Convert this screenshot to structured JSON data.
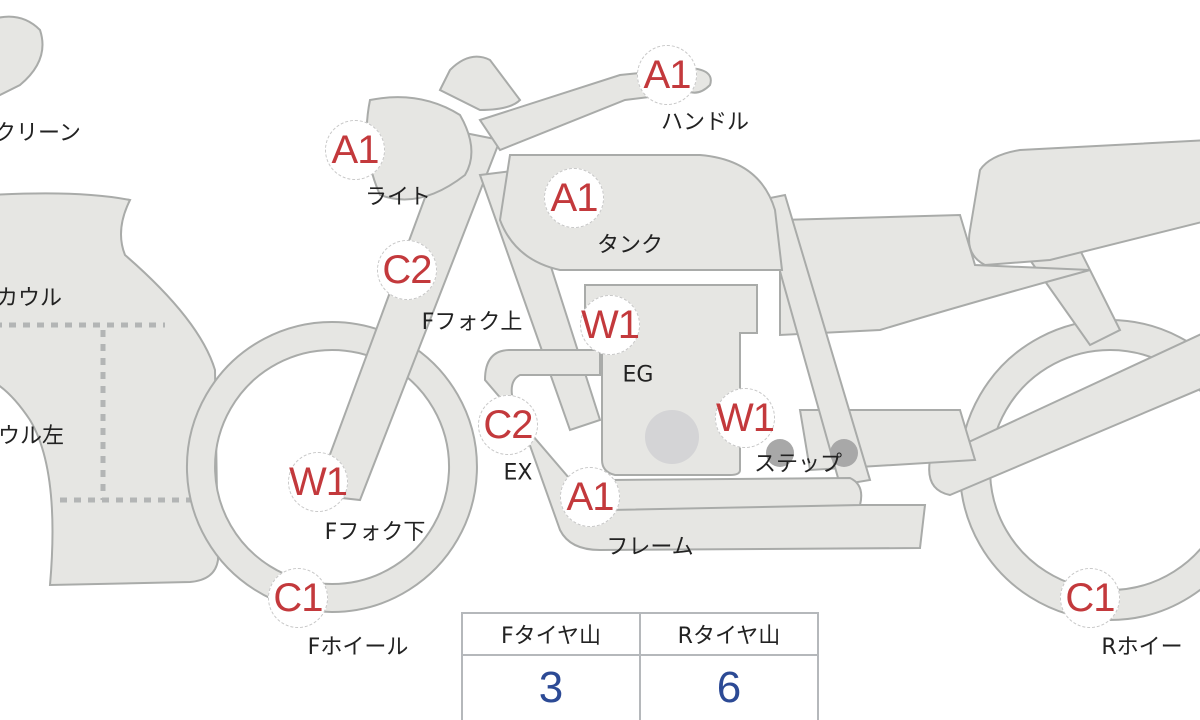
{
  "parts": [
    {
      "id": "handle",
      "grade": "A1",
      "label": "ハンドル"
    },
    {
      "id": "light",
      "grade": "A1",
      "label": "ライト"
    },
    {
      "id": "tank",
      "grade": "A1",
      "label": "タンク"
    },
    {
      "id": "ffork-upper",
      "grade": "C2",
      "label": "Fフォク上"
    },
    {
      "id": "engine",
      "grade": "W1",
      "label": "EG"
    },
    {
      "id": "step",
      "grade": "W1",
      "label": "ステップ"
    },
    {
      "id": "exhaust",
      "grade": "C2",
      "label": "EX"
    },
    {
      "id": "ffork-lower",
      "grade": "W1",
      "label": "Fフォク下"
    },
    {
      "id": "frame",
      "grade": "A1",
      "label": "フレーム"
    },
    {
      "id": "fwheel",
      "grade": "C1",
      "label": "Fホイール"
    },
    {
      "id": "rwheel",
      "grade": "C1",
      "label": "Rホイー"
    }
  ],
  "edge_labels": {
    "screen": "クリーン",
    "cowl": "カウル",
    "cowl_left": "ウル左"
  },
  "tires": {
    "front_label": "Fタイヤ山",
    "rear_label": "Rタイヤ山",
    "front_value": "3",
    "rear_value": "6"
  },
  "colors": {
    "grade": "#c3393c",
    "value": "#2c4a95",
    "part_fill": "#e6e6e3"
  }
}
